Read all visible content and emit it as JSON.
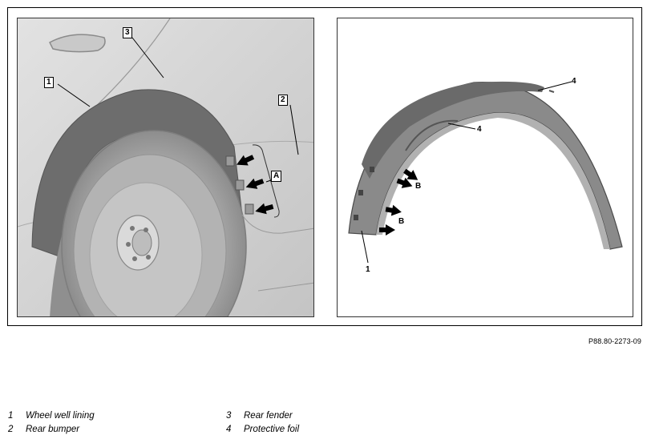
{
  "figure": {
    "code": "P88.80-2273-09",
    "left_callouts": {
      "c1": "1",
      "c2": "2",
      "c3": "3",
      "cA": "A"
    },
    "right_callouts": {
      "c1": "1",
      "c4a": "4",
      "c4b": "4",
      "cB1": "B",
      "cB2": "B"
    }
  },
  "legend": [
    {
      "num": "1",
      "text": "Wheel well lining"
    },
    {
      "num": "2",
      "text": "Rear bumper"
    },
    {
      "num": "3",
      "text": "Rear fender"
    },
    {
      "num": "4",
      "text": "Protective foil"
    }
  ]
}
